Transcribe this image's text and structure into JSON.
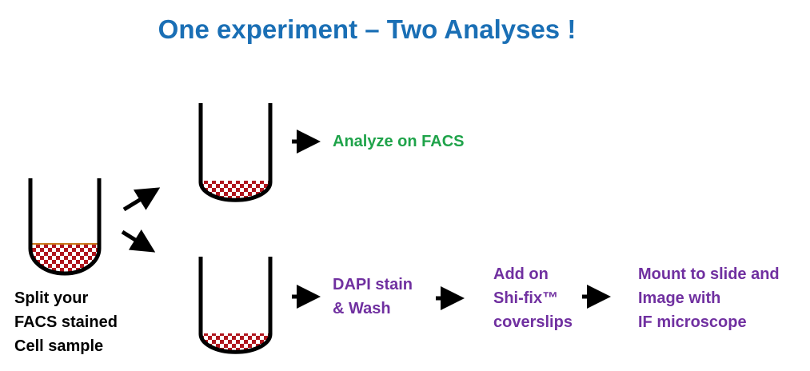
{
  "title": "One experiment – Two Analyses !",
  "source_label": [
    "Split your",
    "FACS stained",
    "Cell sample"
  ],
  "facs_step": "Analyze on FACS",
  "if_steps": [
    [
      "DAPI stain",
      "& Wash"
    ],
    [
      "Add on",
      "Shi-fix™",
      "coverslips"
    ],
    [
      "Mount to slide and",
      "Image with",
      "IF microscope"
    ]
  ],
  "colors": {
    "title": "#1a6fb5",
    "facs": "#1fa34a",
    "if": "#7030a0",
    "label": "#000000",
    "sample_red": "#b0161e",
    "tube": "#000000"
  }
}
